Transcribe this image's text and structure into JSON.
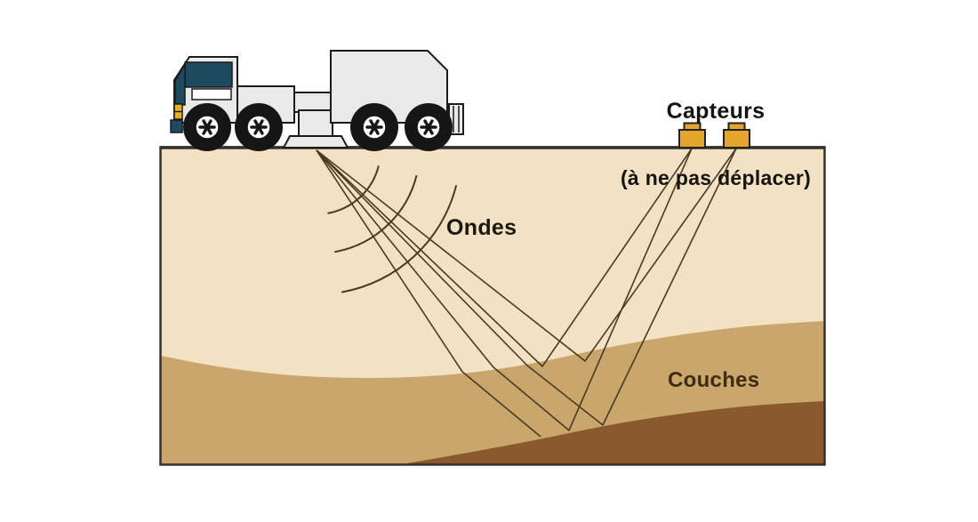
{
  "labels": {
    "sensors": {
      "line1": "Capteurs",
      "line2": "(à ne pas déplacer)"
    },
    "waves": "Ondes",
    "layers": "Couches"
  },
  "colors": {
    "page-bg": "#ffffff",
    "ground-top": "#f3e1c3",
    "layer-mid": "#c9a66b",
    "layer-dark": "#8a5a2e",
    "outline": "#34302a",
    "ray": "#4a3a24",
    "sensor-orange": "#e5a42c",
    "truck-body": "#e9e9e9",
    "truck-window": "#1c4a5e",
    "tire": "#161616",
    "grille-yellow": "#e8b020",
    "label-dark-brown": "#3f2b12"
  }
}
